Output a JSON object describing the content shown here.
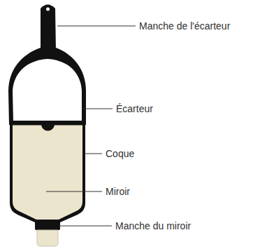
{
  "diagram": {
    "labels": [
      "Manche de l'écarteur",
      "Écarteur",
      "Coque",
      "Miroir",
      "Manche du miroir"
    ]
  }
}
